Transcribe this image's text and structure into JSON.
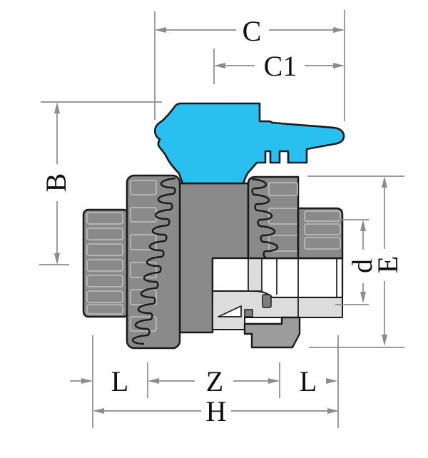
{
  "diagram": {
    "title": "Union ball valve cross-section dimensional drawing",
    "labels": {
      "c": "C",
      "c1": "C1",
      "b": "B",
      "d": "d",
      "e": "E",
      "l_left": "L",
      "z": "Z",
      "l_right": "L",
      "h": "H"
    },
    "colors": {
      "handle": "#29bfee",
      "body": "#8a8a8a",
      "body_dark": "#7f7f7f",
      "cutaway_light": "#dcdcdc",
      "nut_bottom": "#9c9c9c",
      "panel_line": "#b9b9b9",
      "outline": "#1a1a1a",
      "dimension": "#8c8c8c",
      "label_text": "#111111",
      "background": "#ffffff"
    }
  }
}
